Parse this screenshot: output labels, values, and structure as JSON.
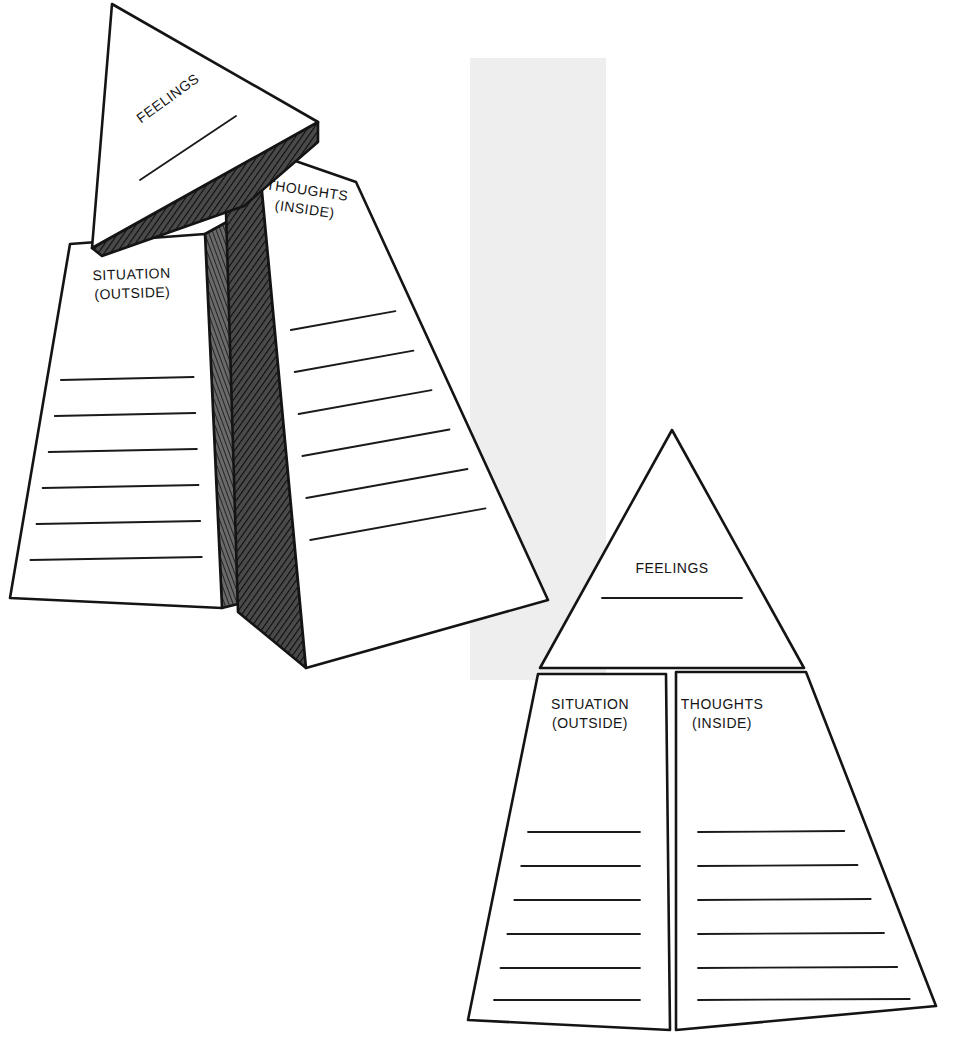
{
  "diagram": {
    "nodes": [
      {
        "text": [
          "FEELINGS"
        ]
      },
      {
        "text": [
          "SITUATION (OUTSIDE)"
        ]
      },
      {
        "text": [
          "THOUGHTS (INSIDE)"
        ]
      },
      {
        "text": [
          "FEELINGS"
        ]
      },
      {
        "text": [
          "SITUATION (OUTSIDE)"
        ]
      },
      {
        "text": [
          "THOUGHTS (INSIDE)"
        ]
      }
    ]
  }
}
